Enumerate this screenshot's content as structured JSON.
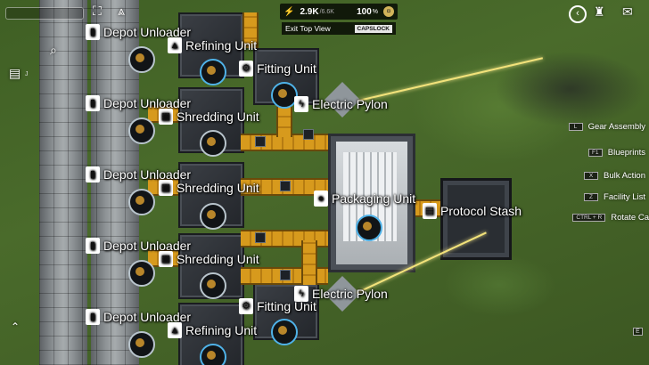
{
  "topbar": {
    "power_value": "2.9K",
    "power_max": "/6.6K",
    "percent": "100",
    "percent_unit": "%",
    "coin_icon": "coin-icon"
  },
  "exit_view": {
    "label": "Exit Top View",
    "key": "CAPSLOCK"
  },
  "labels": {
    "depot1": "Depot Unloader",
    "refining1": "Refining Unit",
    "fitting1": "Fitting Unit",
    "depot2": "Depot Unloader",
    "electric1": "Electric Pylon",
    "shredding1": "Shredding Unit",
    "depot3": "Depot Unloader",
    "shredding2": "Shredding Unit",
    "packaging": "Packaging Unit",
    "protocol": "Protocol Stash",
    "depot4": "Depot Unloader",
    "shredding3": "Shredding Unit",
    "electric2": "Electric Pylon",
    "fitting2": "Fitting Unit",
    "depot5": "Depot Unloader",
    "refining2": "Refining Unit"
  },
  "hotkeys": [
    {
      "key": "L",
      "label": "Gear Assembly"
    },
    {
      "key": "F1",
      "label": "Blueprints"
    },
    {
      "key": "X",
      "label": "Bulk Action"
    },
    {
      "key": "Z",
      "label": "Facility List"
    },
    {
      "key": "CTRL + R",
      "label": "Rotate Ca"
    }
  ],
  "left_keys": {
    "j": "J"
  },
  "right_corner_key": "E",
  "colors": {
    "belt": "#d79a1d",
    "wire": "#f2e27a",
    "accent_blue": "#4fb2e8"
  }
}
